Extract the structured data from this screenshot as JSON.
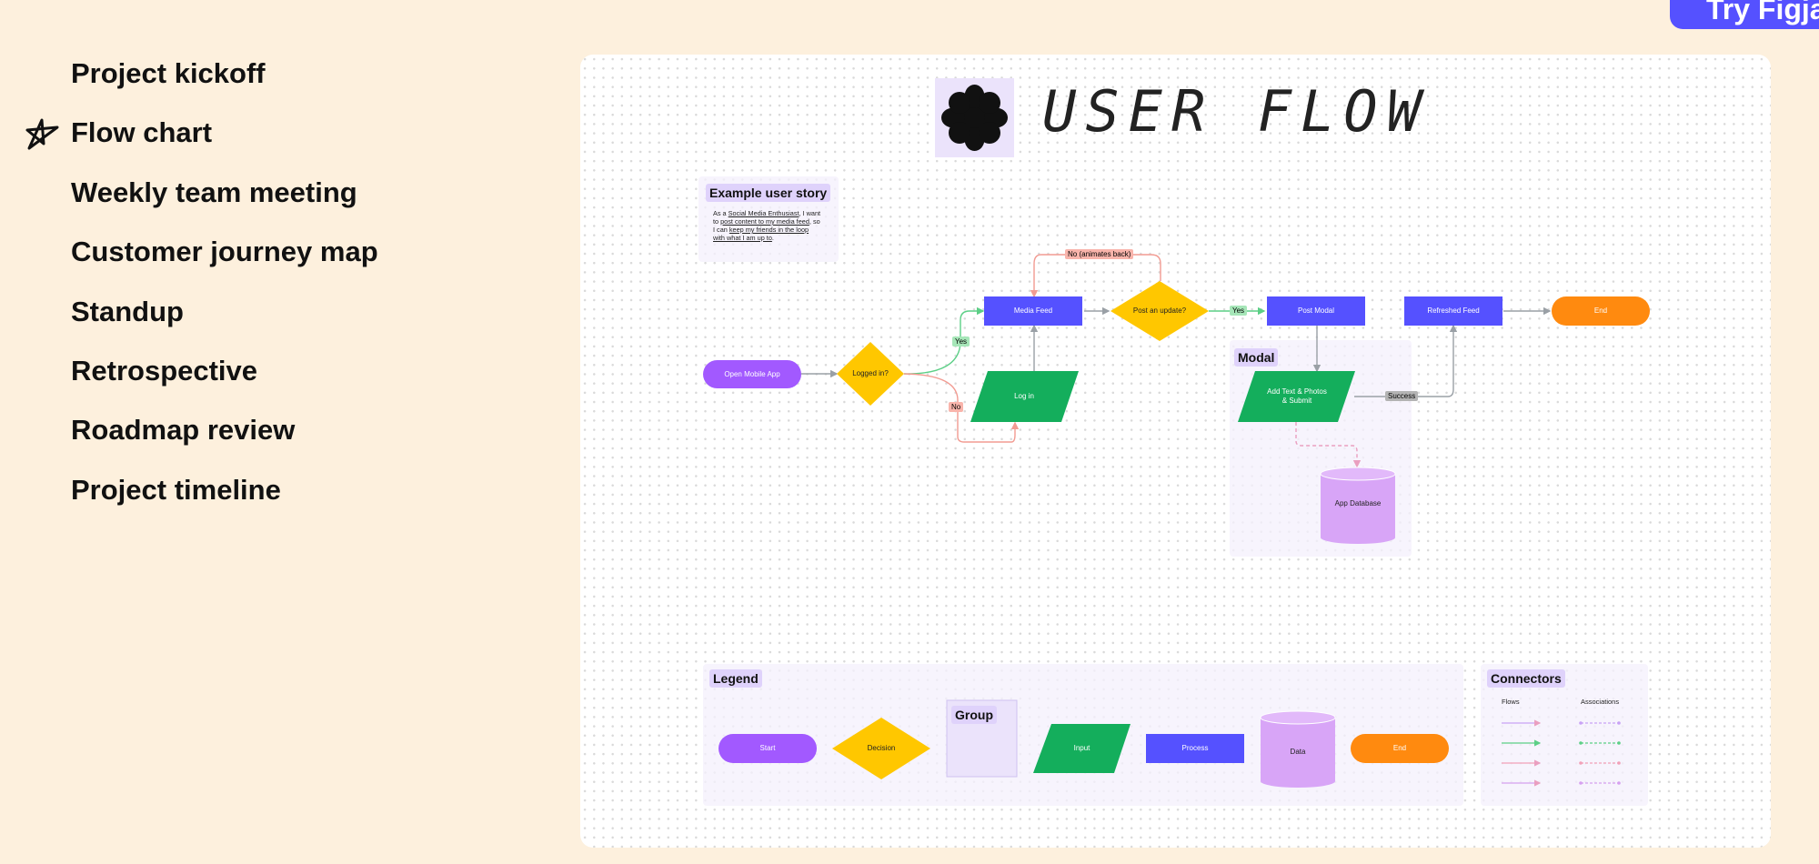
{
  "header": {
    "cta_label": "Try Figjam"
  },
  "nav": {
    "items": [
      {
        "label": "Project kickoff",
        "active": false
      },
      {
        "label": "Flow chart",
        "active": true
      },
      {
        "label": "Weekly team meeting",
        "active": false
      },
      {
        "label": "Customer journey map",
        "active": false
      },
      {
        "label": "Standup",
        "active": false
      },
      {
        "label": "Retrospective",
        "active": false
      },
      {
        "label": "Roadmap review",
        "active": false
      },
      {
        "label": "Project timeline",
        "active": false
      }
    ]
  },
  "board": {
    "title": "USER FLOW",
    "story": {
      "heading": "Example user story",
      "text_parts": [
        "As a ",
        "Social Media Enthusiast",
        ", I want to ",
        "post content to my media feed",
        ", so I can ",
        "keep my friends in the loop with what I am up to",
        "."
      ]
    },
    "flow": {
      "open_app": "Open Mobile App",
      "logged_in": "Logged in?",
      "yes1": "Yes",
      "no1": "No",
      "login": "Log in",
      "media_feed": "Media Feed",
      "post_update": "Post an update?",
      "no_animates": "No (animates back)",
      "yes2": "Yes",
      "post_modal": "Post Modal",
      "refreshed_feed": "Refreshed Feed",
      "end": "End",
      "modal_group": "Modal",
      "add_text": "Add Text & Photos & Submit",
      "success": "Success",
      "app_database": "App Database"
    },
    "legend": {
      "heading": "Legend",
      "start": "Start",
      "decision": "Decision",
      "group": "Group",
      "input": "Input",
      "process": "Process",
      "data": "Data",
      "end": "End"
    },
    "connectors": {
      "heading": "Connectors",
      "flows_label": "Flows",
      "associations_label": "Associations"
    }
  },
  "colors": {
    "background": "#fdf0dd",
    "cta": "#5551ff",
    "purple": "#a259ff",
    "yellow": "#ffc700",
    "green": "#14ae5c",
    "blue": "#5551ff",
    "orange": "#ff8a0f",
    "lavender": "#d8a5f7",
    "red_tag": "#f9b4ab",
    "green_tag": "#a6e6b8",
    "gray_tag": "#b3b3b3"
  }
}
